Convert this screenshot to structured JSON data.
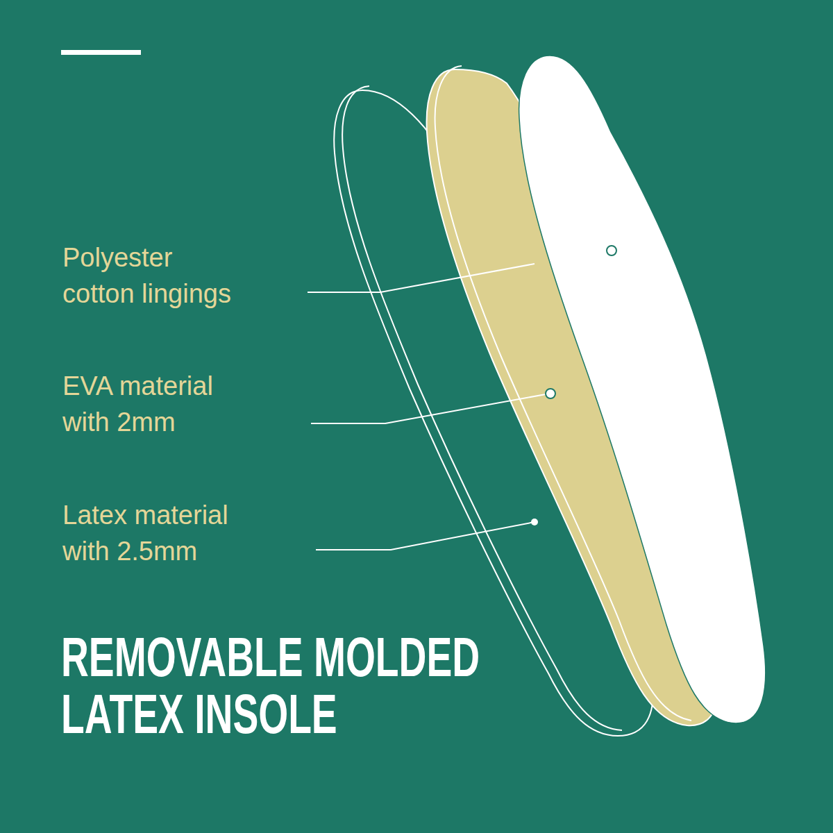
{
  "diagram": {
    "title": "REMOVABLE MOLDED LATEX INSOLE",
    "labels": [
      "Polyester cotton lingings",
      "EVA material with 2mm",
      "Latex material with 2.5mm"
    ]
  }
}
